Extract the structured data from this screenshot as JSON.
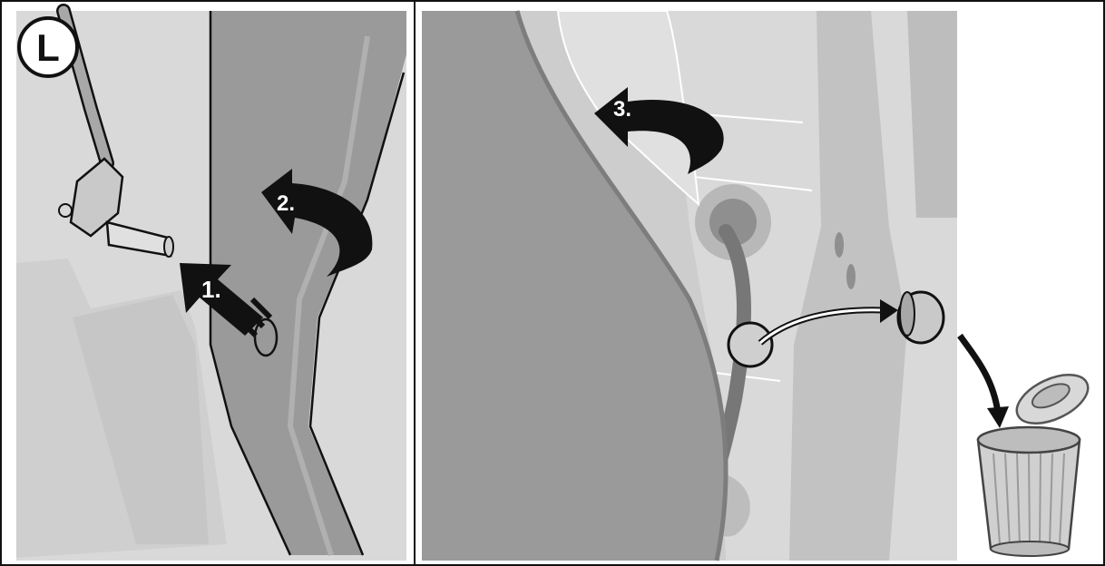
{
  "side_badge": {
    "letter": "L"
  },
  "steps": [
    {
      "label": "1."
    },
    {
      "label": "2."
    },
    {
      "label": "3."
    }
  ],
  "colors": {
    "background": "#ffffff",
    "panel_light": "#d8d8d8",
    "panel_mid": "#bcbcbc",
    "panel_dark": "#8f8f8f",
    "outline": "#111111",
    "arrow": "#111111"
  }
}
